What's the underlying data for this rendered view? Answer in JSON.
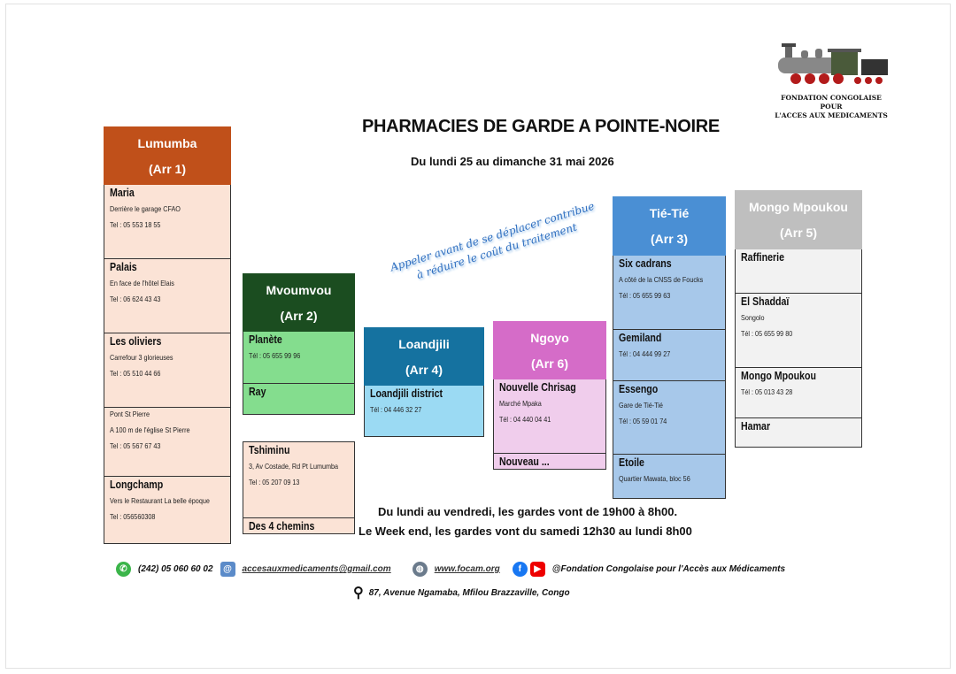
{
  "logo": {
    "line1": "FONDATION CONGOLAISE POUR",
    "line2": "L'ACCES AUX MEDICAMENTS"
  },
  "title": "PHARMACIES DE GARDE A POINTE-NOIRE",
  "dates": "Du lundi 25 au dimanche 31 mai 2026",
  "slogan": {
    "line1": "Appeler avant de se déplacer contribue",
    "line2": "à réduire le coût du traitement"
  },
  "colors": {
    "lumumba": "#c0501a",
    "mvoumvou": "#1b4d20",
    "loandjili": "#1572a0",
    "ngoyo": "#d56cc8",
    "tietie": "#4a8fd4",
    "mongo": "#bfbfbf"
  },
  "columns": [
    {
      "name": "Lumumba",
      "arr": "(Arr 1)",
      "items": [
        {
          "name": "Maria",
          "lines": [
            "Derrière le garage CFAO",
            "Tel : 05 553 18 55"
          ]
        },
        {
          "name": "Palais",
          "lines": [
            "En face de l'hôtel Elais",
            "Tel : 06 624 43 43"
          ]
        },
        {
          "name": "Les oliviers",
          "lines": [
            "Carrefour 3 glorieuses",
            "Tel : 05 510 44 66"
          ]
        },
        {
          "name": "",
          "lines": [
            "Pont St Pierre",
            "A 100 m de l'église St Pierre",
            "Tel : 05 567 67 43"
          ]
        },
        {
          "name": "Longchamp",
          "lines": [
            "Vers le Restaurant La belle époque",
            "Tel : 056560308"
          ]
        }
      ]
    },
    {
      "name": "Mvoumvou",
      "arr": "(Arr 2)",
      "items": [
        {
          "name": "Planète",
          "lines": [
            "Tél : 05 655 99 96"
          ]
        },
        {
          "name": "Ray",
          "lines": []
        }
      ],
      "extra": [
        {
          "name": "Tshiminu",
          "lines": [
            "3, Av Costade, Rd Pt Lumumba",
            "Tel : 05 207 09 13"
          ]
        },
        {
          "name": "Des 4 chemins",
          "lines": []
        }
      ]
    },
    {
      "name": "Loandjili",
      "arr": "(Arr 4)",
      "items": [
        {
          "name": "Loandjili district",
          "lines": [
            "Tél : 04 446 32 27"
          ]
        }
      ]
    },
    {
      "name": "Ngoyo",
      "arr": "(Arr 6)",
      "items": [
        {
          "name": "Nouvelle Chrisag",
          "lines": [
            "Marché Mpaka",
            "Tél : 04 440 04 41"
          ]
        },
        {
          "name": "Nouveau ...",
          "lines": []
        }
      ]
    },
    {
      "name": "Tié-Tié",
      "arr": "(Arr 3)",
      "items": [
        {
          "name": "Six cadrans",
          "lines": [
            "A côté de la CNSS de Foucks",
            "Tél : 05 655 99 63"
          ]
        },
        {
          "name": "Gemiland",
          "lines": [
            "Tél : 04 444 99 27"
          ]
        },
        {
          "name": "Essengo",
          "lines": [
            "Gare de Tié-Tié",
            "Tél : 05 59 01 74"
          ]
        },
        {
          "name": "Etoile",
          "lines": [
            "Quartier Mawata, bloc 56"
          ]
        }
      ]
    },
    {
      "name": "Mongo Mpoukou",
      "arr": "(Arr 5)",
      "items": [
        {
          "name": "Raffinerie",
          "lines": []
        },
        {
          "name": "El Shaddaï",
          "lines": [
            "Songolo",
            "Tél : 05 655 99 80"
          ]
        },
        {
          "name": "Mongo Mpoukou",
          "lines": [
            "Tél : 05 013 43 28"
          ]
        },
        {
          "name": "Hamar",
          "lines": []
        }
      ]
    }
  ],
  "hours": {
    "weekday": "Du lundi au vendredi, les gardes vont de 19h00 à 8h00.",
    "weekend": "Le Week end, les gardes vont du samedi 12h30 au lundi 8h00"
  },
  "footer": {
    "phone": "(242) 05 060 60 02",
    "email": "accesauxmedicaments@gmail.com",
    "website": "www.focam.org",
    "social": "@Fondation Congolaise pour l'Accès aux Médicaments",
    "address": "87, Avenue Ngamaba, Mfilou Brazzaville, Congo"
  }
}
